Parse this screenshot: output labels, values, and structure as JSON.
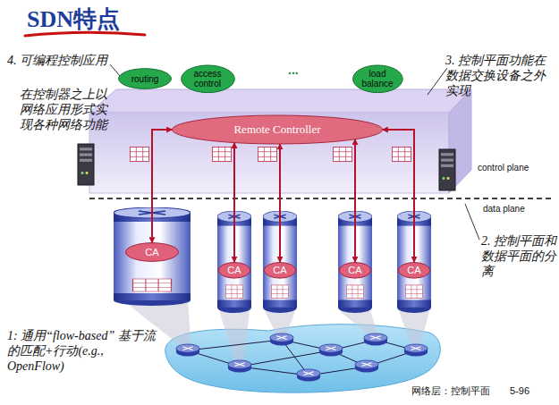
{
  "diagram": {
    "title": "SDN特点",
    "nodes": [
      {
        "text": [
          "routing"
        ]
      },
      {
        "text": [
          "access control"
        ]
      },
      {
        "text": [
          "load balance"
        ]
      },
      {
        "text": [
          "Remote Controller"
        ]
      },
      {
        "text": [
          "CA"
        ]
      },
      {
        "text": [
          "CA"
        ]
      },
      {
        "text": [
          "CA"
        ]
      },
      {
        "text": [
          "CA"
        ]
      },
      {
        "text": [
          "CA"
        ]
      }
    ],
    "edges": [
      {
        "from": 3,
        "to": 4,
        "arrow": "both"
      },
      {
        "from": 3,
        "to": 5,
        "arrow": "both"
      },
      {
        "from": 3,
        "to": 6,
        "arrow": "both"
      },
      {
        "from": 3,
        "to": 7,
        "arrow": "both"
      },
      {
        "from": 3,
        "to": 8,
        "arrow": "both"
      }
    ],
    "labels": [
      "4. 可编程控制应用",
      "在控制器之上以网络应用形式实现各种网络功能",
      "...",
      "3. 控制平面功能在数据交换设备之外实现",
      "control plane",
      "data plane",
      "2. 控制平面和数据平面的分离",
      "1: 通用“flow-based” 基于流的匹配+行动(e.g., OpenFlow)",
      "网络层：控制平面",
      "5-96"
    ]
  }
}
